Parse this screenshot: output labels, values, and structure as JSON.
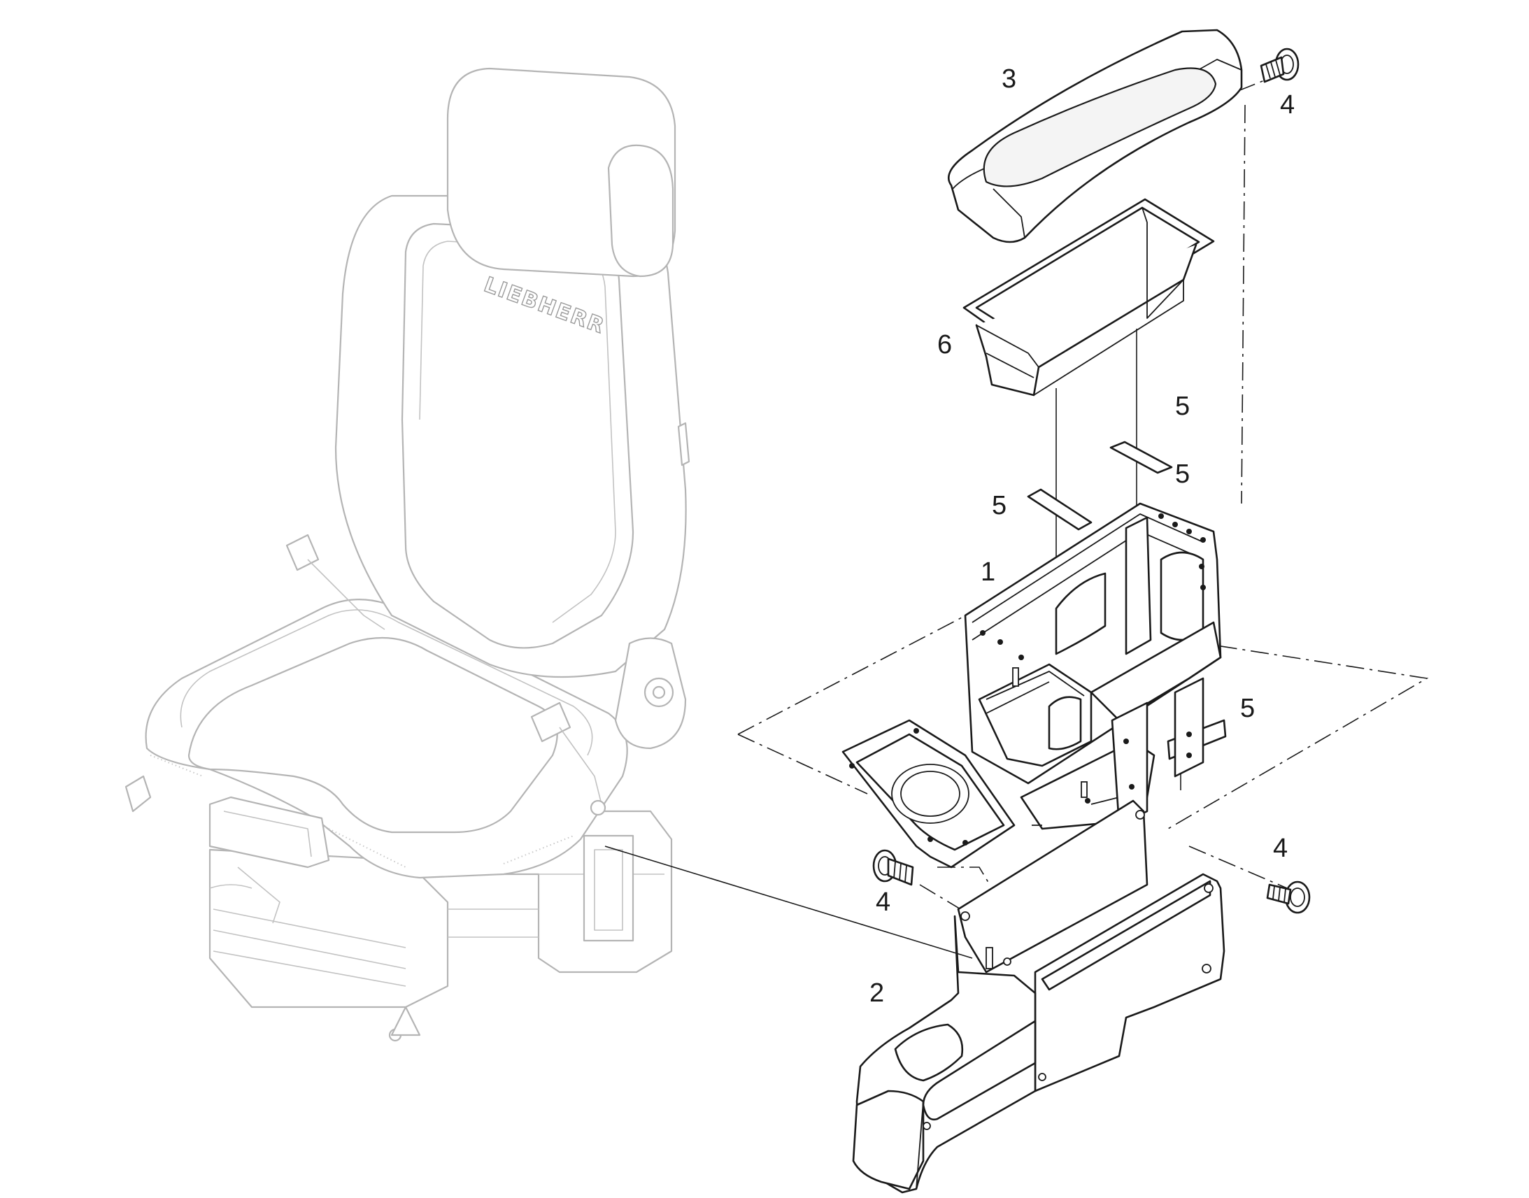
{
  "seat": {
    "brand": "LIEBHERR"
  },
  "callouts": {
    "c1": "1",
    "c2": "2",
    "c3": "3",
    "c4a": "4",
    "c4b": "4",
    "c4c": "4",
    "c5a": "5",
    "c5b": "5",
    "c5c": "5",
    "c5d": "5",
    "c6": "6"
  }
}
